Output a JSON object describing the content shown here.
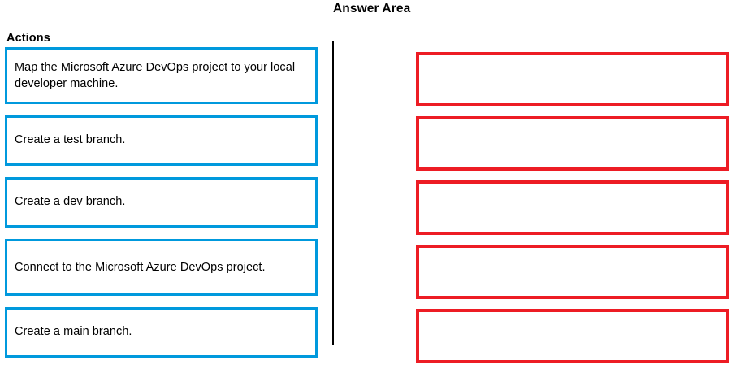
{
  "headers": {
    "answer_area": "Answer Area",
    "actions": "Actions"
  },
  "colors": {
    "action_border": "#0099dd",
    "answer_border": "#ed1c24",
    "divider": "#000000",
    "background": "#ffffff",
    "text": "#000000"
  },
  "actions": {
    "items": [
      {
        "label": "Map the Microsoft Azure DevOps project to your local developer machine."
      },
      {
        "label": "Create a test branch."
      },
      {
        "label": "Create a dev branch."
      },
      {
        "label": "Connect to the Microsoft Azure DevOps project."
      },
      {
        "label": "Create a main branch."
      }
    ]
  },
  "answer_area": {
    "slots": [
      {
        "text": ""
      },
      {
        "text": ""
      },
      {
        "text": ""
      },
      {
        "text": ""
      },
      {
        "text": ""
      }
    ]
  }
}
